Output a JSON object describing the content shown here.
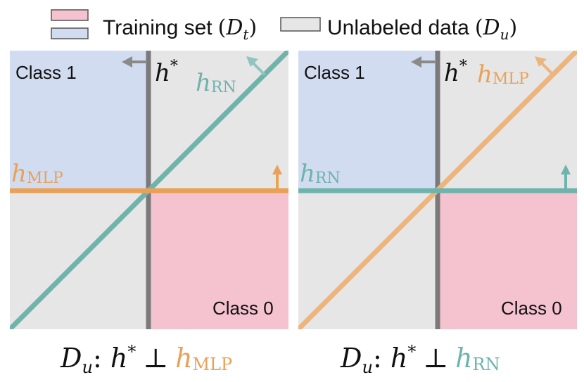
{
  "colors": {
    "training_pink": "#f5c2cf",
    "training_blue": "#d2dcf0",
    "unlabeled_gray": "#e6e6e6",
    "h_star_gray": "#7a7a7a",
    "h_rn_teal": "#6fb3ad",
    "h_mlp_orange": "#e9a157",
    "h_mlp_orange_light": "#ecb57e"
  },
  "legend": {
    "training_label": "Training set",
    "training_sym": "D",
    "training_sub": "t",
    "unlabeled_label": "Unlabeled data",
    "unlabeled_sym": "D",
    "unlabeled_sub": "u"
  },
  "panels": [
    {
      "class1": "Class 1",
      "class0": "Class 0",
      "h_star": "h",
      "h_star_sup": "*",
      "diag_h": "h",
      "diag_sub": "RN",
      "horiz_h": "h",
      "horiz_sub": "MLP",
      "caption_d": "D",
      "caption_sub": "u",
      "caption_mid": ": ",
      "caption_h": "h",
      "caption_sup": "*",
      "caption_perp": "⊥",
      "caption_last_h": "h",
      "caption_last_sub": "MLP"
    },
    {
      "class1": "Class 1",
      "class0": "Class 0",
      "h_star": "h",
      "h_star_sup": "*",
      "diag_h": "h",
      "diag_sub": "MLP",
      "horiz_h": "h",
      "horiz_sub": "RN",
      "caption_d": "D",
      "caption_sub": "u",
      "caption_mid": ": ",
      "caption_h": "h",
      "caption_sup": "*",
      "caption_perp": "⊥",
      "caption_last_h": "h",
      "caption_last_sub": "RN"
    }
  ]
}
